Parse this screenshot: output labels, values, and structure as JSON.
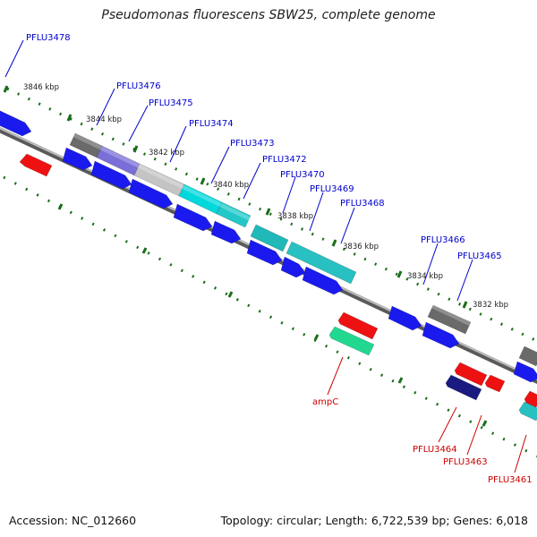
{
  "title": "Pseudomonas fluorescens SBW25, complete genome",
  "footer": {
    "accession": "Accession: NC_012660",
    "topology": "Topology: circular; Length: 6,722,539 bp; Genes: 6,018"
  },
  "colors": {
    "blue": "#1a1aee",
    "red": "#ee1111",
    "gray": "#707070",
    "cyan": "#00c8cc",
    "teal": "#20b8b8",
    "lavender": "#7070dd",
    "lightgray": "#c4c4c4",
    "seagreen": "#22cc88",
    "navy": "#1a1a80",
    "backbone": "#8a8a8a",
    "tick": "#1a6e1a"
  },
  "tick_labels": [
    "3846 kbp",
    "3844 kbp",
    "3842 kbp",
    "3840 kbp",
    "3838 kbp",
    "3836 kbp",
    "3834 kbp",
    "3832 kbp"
  ],
  "top_labels": [
    "PFLU3478",
    "PFLU3476",
    "PFLU3475",
    "PFLU3474",
    "PFLU3473",
    "PFLU3472",
    "PFLU3470",
    "PFLU3469",
    "PFLU3468",
    "PFLU3466",
    "PFLU3465"
  ],
  "bottom_labels": [
    "ampC",
    "PFLU3464",
    "PFLU3463",
    "PFLU3461"
  ]
}
